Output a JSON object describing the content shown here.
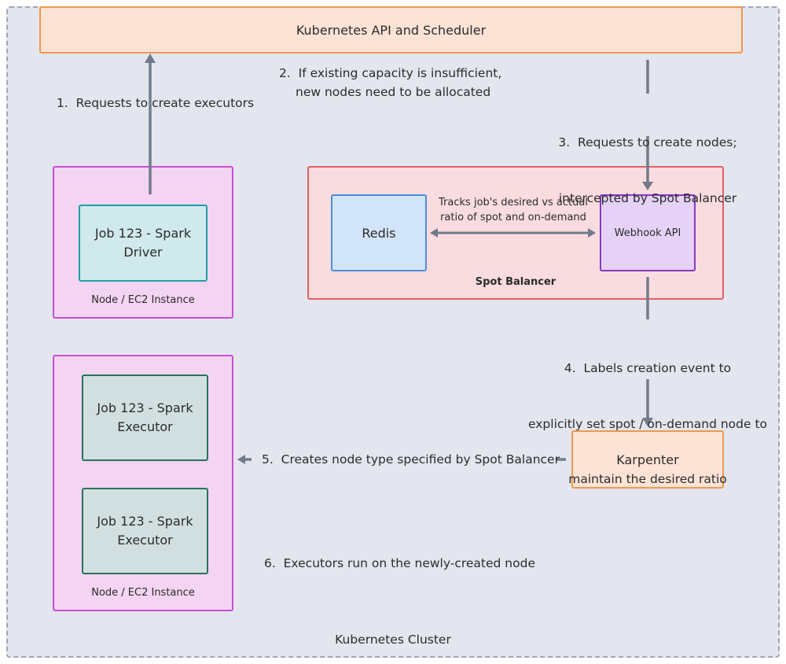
{
  "cluster": {
    "label": "Kubernetes Cluster"
  },
  "k8s_api": {
    "label": "Kubernetes API and Scheduler"
  },
  "driver_node": {
    "caption": "Node / EC2 Instance",
    "driver": {
      "line1": "Job 123 - Spark",
      "line2": "Driver"
    }
  },
  "executor_node": {
    "caption": "Node / EC2 Instance",
    "executors": [
      {
        "line1": "Job 123 - Spark",
        "line2": "Executor"
      },
      {
        "line1": "Job 123 - Spark",
        "line2": "Executor"
      }
    ]
  },
  "spot_balancer": {
    "label": "Spot Balancer",
    "redis": "Redis",
    "webhook": "Webhook API",
    "link_label_line1": "Tracks job's desired vs actual",
    "link_label_line2": "ratio of spot and on-demand"
  },
  "karpenter": {
    "label": "Karpenter"
  },
  "steps": {
    "step1": "1.  Requests to create executors",
    "step2_line1": "2.  If existing capacity is insufficient,",
    "step2_line2": "new nodes need to be allocated",
    "step3_line1": "3.  Requests to create nodes;",
    "step3_line2": "intercepted by Spot Balancer",
    "step4_line1": "4.  Labels creation event to",
    "step4_line2": "explicitly set spot / on-demand node to",
    "step4_line3": "maintain the desired ratio",
    "step5": "5.  Creates node type specified by Spot Balancer",
    "step6": "6.  Executors run on the newly-created node"
  },
  "colors": {
    "arrow": "#727b89",
    "cluster_bg": "#e3e6ee",
    "orange_border": "#ee9a4f",
    "pink_border": "#c94fd1",
    "red_border": "#e36066"
  }
}
